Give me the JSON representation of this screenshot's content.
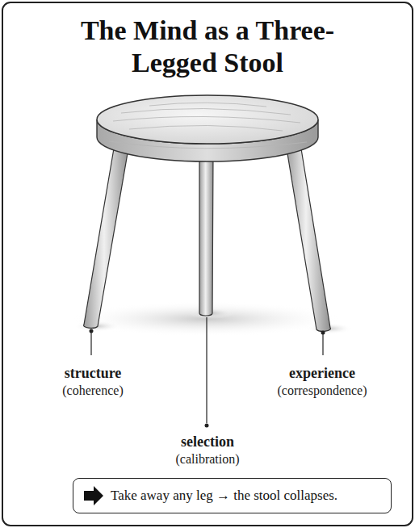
{
  "diagram": {
    "title": "The Mind as a Three-Legged Stool",
    "nodes": [
      {
        "text": [
          "Take away any leg → the stool collapses."
        ]
      }
    ],
    "labels": [
      "structure",
      "(coherence)",
      "experience",
      "(correspondence)",
      "selection",
      "(calibration)"
    ]
  }
}
